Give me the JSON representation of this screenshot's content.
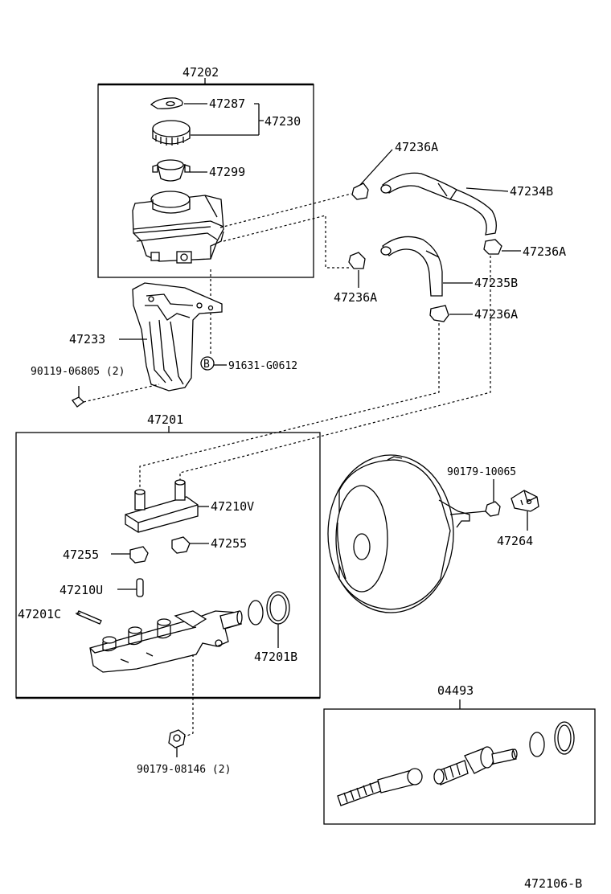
{
  "labels": {
    "assy_reservoir": "47202",
    "cap_gasket": "47287",
    "cap_assy": "47230",
    "strainer": "47299",
    "bracket": "47233",
    "bolt_bracket": "90119-06805 (2)",
    "clip_b": "91631-G0612",
    "clip_b_mark": "B",
    "hose_clamp_top": "47236A",
    "hose_upper": "47234B",
    "hose_clamp_right": "47236A",
    "hose_clamp_left": "47236A",
    "hose_lower": "47235B",
    "hose_clamp_lower": "47236A",
    "assy_master_cyl": "47201",
    "grommet_plate": "47210V",
    "grommet_r": "47255",
    "grommet_l": "47255",
    "pin": "47210U",
    "pin_c": "47201C",
    "o_ring": "47201B",
    "nut_master": "90179-08146 (2)",
    "nut_booster": "90179-10065",
    "booster_clevis": "47264",
    "kit": "04493",
    "fig_number": "472106-B"
  }
}
